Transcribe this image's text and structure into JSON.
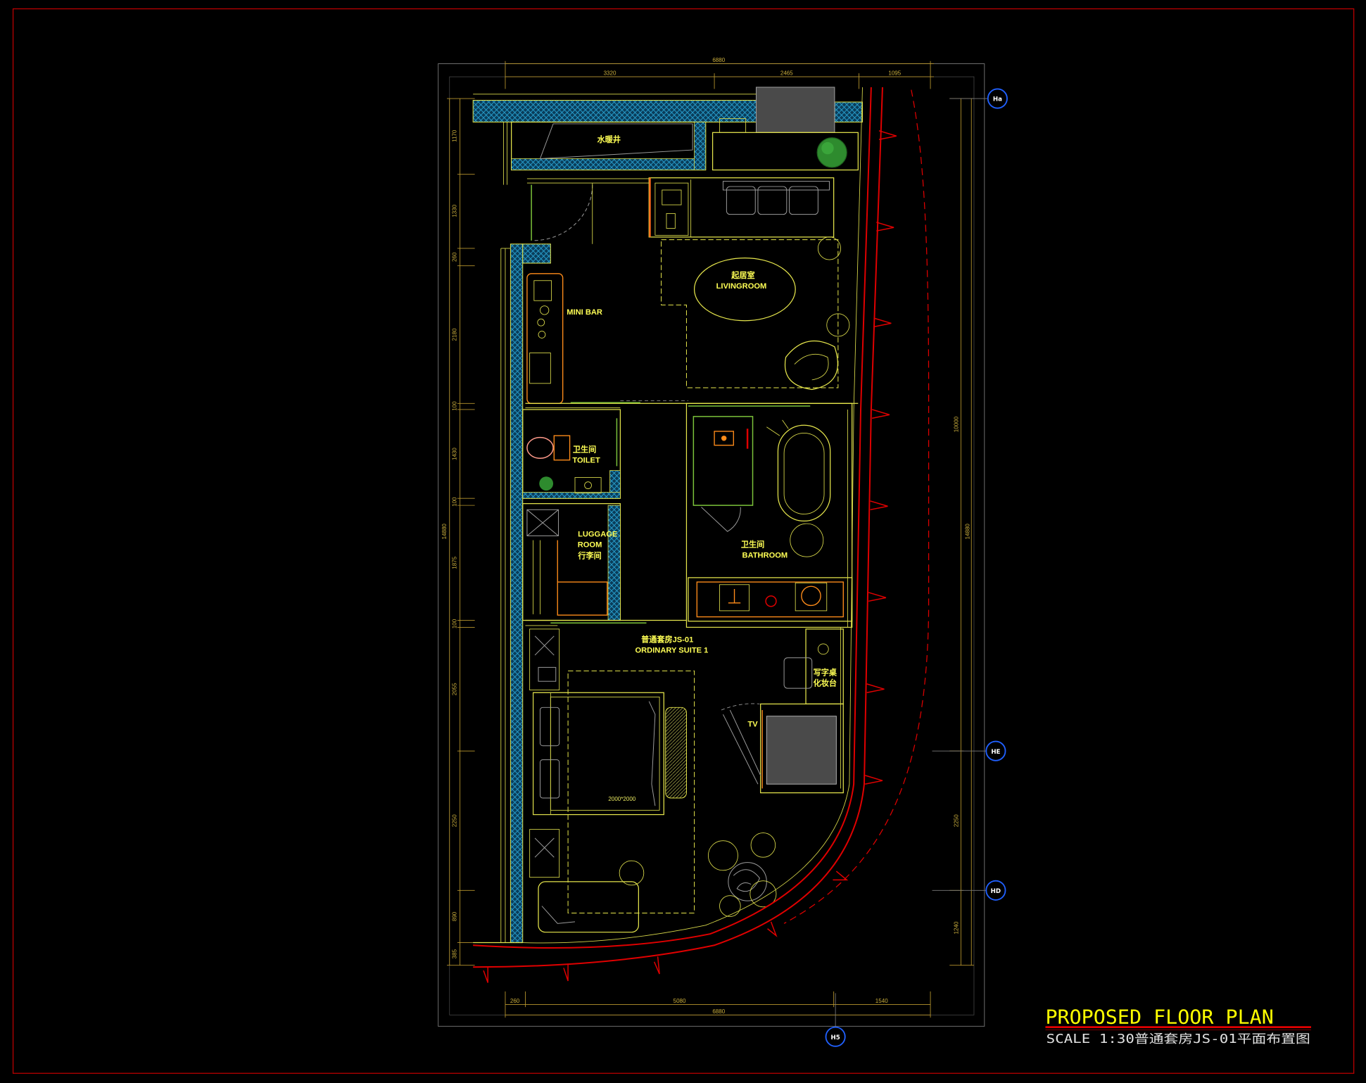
{
  "drawing": {
    "title": "PROPOSED FLOOR PLAN",
    "scale_caption": "SCALE 1:30普通套房JS-01平面布置图"
  },
  "rooms": {
    "shaft": "水暖井",
    "living_cn": "起居室",
    "living_en": "LIVINGROOM",
    "mini_bar": "MINI BAR",
    "toilet_cn": "卫生间",
    "toilet_en": "TOILET",
    "luggage_en_1": "LUGGAGE",
    "luggage_en_2": "ROOM",
    "luggage_cn": "行李间",
    "bathroom_cn": "卫生间",
    "bathroom_en": "BATHROOM",
    "suite_cn": "普通套房JS-01",
    "suite_en": "ORDINARY SUITE 1",
    "desk_cn_1": "写字桌",
    "desk_cn_2": "化妆台",
    "tv": "TV",
    "bed_size": "2000*2000"
  },
  "dimensions": {
    "top_total": "6880",
    "top": [
      "3320",
      "2465",
      "1095"
    ],
    "bottom_total": "6880",
    "bottom": [
      "260",
      "5080",
      "1540"
    ],
    "left_total": "14880",
    "left": [
      "1170",
      "1330",
      "260",
      "2180",
      "100",
      "1430",
      "100",
      "1875",
      "100",
      "2055",
      "2250",
      "890",
      "385"
    ],
    "right_total": "14880",
    "right": [
      "10000",
      "2250",
      "1240"
    ]
  },
  "grid_axes": {
    "top_right": "Ha",
    "middle_right": "HE",
    "lower_right": "HD",
    "bottom": "H5"
  },
  "colors": {
    "background": "#000000",
    "sheet_border": "#c00000",
    "wall_line": "#e6e64c",
    "dimension": "#b8962e",
    "facade": "#e00000",
    "wall_hatch": "#1e8fc8",
    "furniture_accent": "#ff8c1a",
    "grid_bubble": "#2060ff",
    "title": "#ffff00"
  }
}
